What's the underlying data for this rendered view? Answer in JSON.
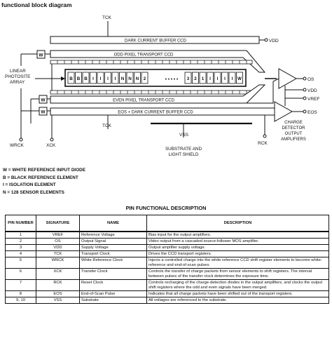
{
  "diagram": {
    "title": "functional block diagram",
    "pins_top": {
      "tck": "TCK"
    },
    "pins_bottom": {
      "wrck": "WRCK",
      "xck": "XCK",
      "tck": "TCK",
      "vss": "VSS",
      "rck": "RCK"
    },
    "substrate_label": [
      "SUBSTRATE AND",
      "LIGHT SHIELD"
    ],
    "array_label": [
      "LINEAR",
      "PHOTOSITE",
      "ARRAY"
    ],
    "registers": {
      "dark_top": "DARK CURRENT BUFFER CCD",
      "odd": "ODD PIXEL TRANSPORT CCD",
      "even": "EVEN PIXEL TRANSPORT CCD",
      "eos": "EOS + DARK CURRENT BUFFER CCD"
    },
    "box_w": "W",
    "array_cells_left": [
      "B",
      "B",
      "B",
      "I",
      "I",
      "I",
      "I",
      "N",
      "N",
      "N",
      "2"
    ],
    "array_cells_right": [
      "3",
      "2",
      "1",
      "I",
      "I",
      "I",
      "I",
      "W"
    ],
    "array_gap": "• • • • •",
    "outputs": {
      "vdd_top": "VDD",
      "os": "OS",
      "vdd": "VDD",
      "vref": "VREF",
      "eos": "EOS"
    },
    "amp_label": [
      "CHARGE",
      "DETECTOR",
      "OUTPUT",
      "AMPLIFIERS"
    ]
  },
  "legend": [
    "W = WHITE REFERENCE INPUT DIODE",
    "B = BLACK REFERENCE ELEMENT",
    "I = ISOLATION ELEMENT",
    "N = 128 SENSOR ELEMENTS"
  ],
  "table": {
    "title": "PIN FUNCTIONAL DESCRIPTION",
    "headers": {
      "pin": "PIN NUMBER",
      "signature": "SIGNATURE",
      "name": "NAME",
      "description": "DESCRIPTION"
    },
    "rows": [
      {
        "pin": "1",
        "signature": "VREF",
        "name": "Reference Voltage",
        "description": "Bias input for the output amplifiers."
      },
      {
        "pin": "2",
        "signature": "OS",
        "name": "Output Signal",
        "description": "Video output from a cascaded source-follower MOS amplifier."
      },
      {
        "pin": "3",
        "signature": "VDD",
        "name": "Supply Voltage",
        "description": "Output amplifier supply voltage."
      },
      {
        "pin": "4",
        "signature": "TCK",
        "name": "Transport Clock",
        "description": "Drives the CCD transport registers."
      },
      {
        "pin": "5",
        "signature": "WRCK",
        "name": "White Reference Clock",
        "description": "Injects a controlled charge into the white reference CCD shift register elements to become white-reference and end-of-scan pulses."
      },
      {
        "pin": "6",
        "signature": "XCK",
        "name": "Transfer Clock",
        "description": "Controls the transfer of charge packets from sensor elements to shift registers. The interval between pulses of the transfer clock determines the exposure time."
      },
      {
        "pin": "7",
        "signature": "RCK",
        "name": "Reset Clock",
        "description": "Controls recharging of the charge-detection diodes in the output amplifiers, and clocks the output shift registers where the odd and even signals have been merged."
      },
      {
        "pin": "8",
        "signature": "EOS",
        "name": "End-of-Scan Pulse",
        "description": "Indicates that all charge packets have been shifted out of the transport registers."
      },
      {
        "pin": "9, 10",
        "signature": "VSS",
        "name": "Substrate",
        "description": "All voltages are referenced to the substrate."
      }
    ]
  }
}
